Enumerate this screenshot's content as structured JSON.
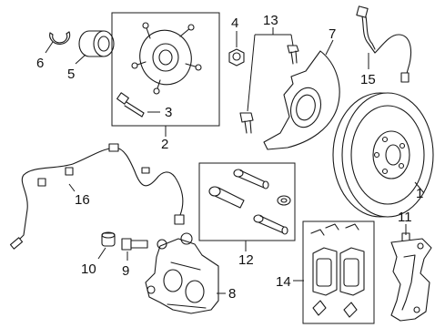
{
  "callouts": {
    "n1": "1",
    "n2": "2",
    "n3": "3",
    "n4": "4",
    "n5": "5",
    "n6": "6",
    "n7": "7",
    "n8": "8",
    "n9": "9",
    "n10": "10",
    "n11": "11",
    "n12": "12",
    "n13": "13",
    "n14": "14",
    "n15": "15",
    "n16": "16"
  },
  "colors": {
    "line": "#1a1a1a",
    "background": "#ffffff"
  }
}
